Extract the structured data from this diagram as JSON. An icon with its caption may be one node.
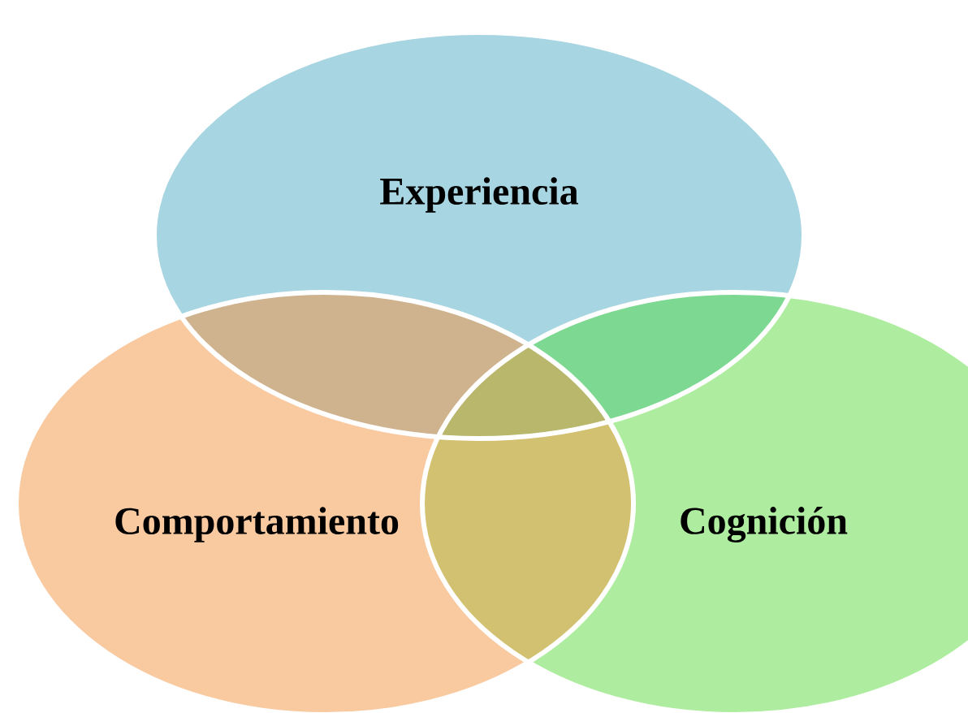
{
  "diagram": {
    "nodes": [
      {
        "text": [
          "Experiencia"
        ]
      },
      {
        "text": [
          "Comportamiento"
        ]
      },
      {
        "text": [
          "Cognición"
        ]
      }
    ]
  }
}
